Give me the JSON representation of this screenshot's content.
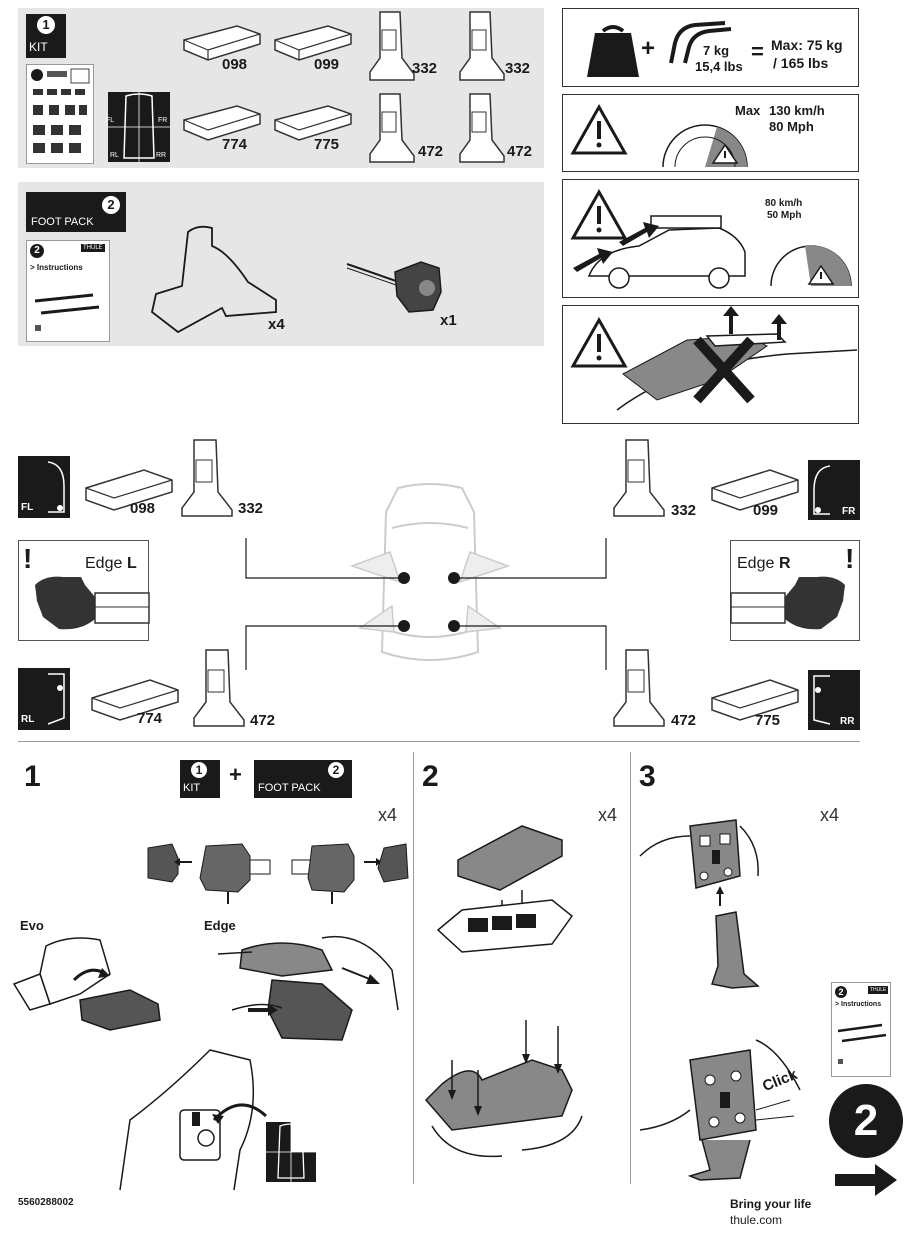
{
  "kit": {
    "number": "1",
    "label": "KIT"
  },
  "kit_parts": [
    {
      "code": "098",
      "type": "pad"
    },
    {
      "code": "099",
      "type": "pad"
    },
    {
      "code": "332",
      "type": "bracket"
    },
    {
      "code": "332",
      "type": "bracket"
    },
    {
      "code": "774",
      "type": "pad"
    },
    {
      "code": "775",
      "type": "pad"
    },
    {
      "code": "472",
      "type": "bracket"
    },
    {
      "code": "472",
      "type": "bracket"
    }
  ],
  "car_corners": {
    "fl": "FL",
    "fr": "FR",
    "rl": "RL",
    "rr": "RR"
  },
  "foot_pack": {
    "number": "2",
    "label": "FOOT PACK",
    "booklet_brand": "THULE",
    "booklet_text": "> Instructions",
    "qty_foot": "x4",
    "qty_tool": "x1"
  },
  "load": {
    "weight_kg": "7 kg",
    "weight_lbs": "15,4 lbs",
    "equals": "=",
    "plus": "+",
    "max_kg": "Max: 75 kg",
    "max_lbs": "/ 165 lbs"
  },
  "speed_warning": {
    "max_label": "Max",
    "kmh": "130 km/h",
    "mph": "80 Mph"
  },
  "speed_warning2": {
    "kmh": "80 km/h",
    "mph": "50 Mph"
  },
  "placement": {
    "fl": {
      "corner": "FL",
      "pad": "098",
      "bracket": "332"
    },
    "fr": {
      "corner": "FR",
      "pad": "099",
      "bracket": "332"
    },
    "rl": {
      "corner": "RL",
      "pad": "774",
      "bracket": "472"
    },
    "rr": {
      "corner": "RR",
      "pad": "775",
      "bracket": "472"
    },
    "edge_left": {
      "word": "Edge",
      "side": "L"
    },
    "edge_right": {
      "word": "Edge",
      "side": "R"
    }
  },
  "steps": [
    {
      "number": "1",
      "qty": "x4",
      "plus": "+",
      "kit_number": "1",
      "kit_label": "KIT",
      "foot_number": "2",
      "foot_label": "FOOT PACK",
      "evo_label": "Evo",
      "edge_label": "Edge"
    },
    {
      "number": "2",
      "qty": "x4"
    },
    {
      "number": "3",
      "qty": "x4",
      "click_label": "Click"
    }
  ],
  "next_step": {
    "number": "2",
    "booklet_text": "> Instructions",
    "booklet_brand": "THULE"
  },
  "footer": {
    "part_number": "5560288002",
    "slogan": "Bring your life",
    "website": "thule.com"
  },
  "colors": {
    "panel_gray": "#e6e6e6",
    "ink": "#1a1a1a",
    "dark": "#111111"
  }
}
